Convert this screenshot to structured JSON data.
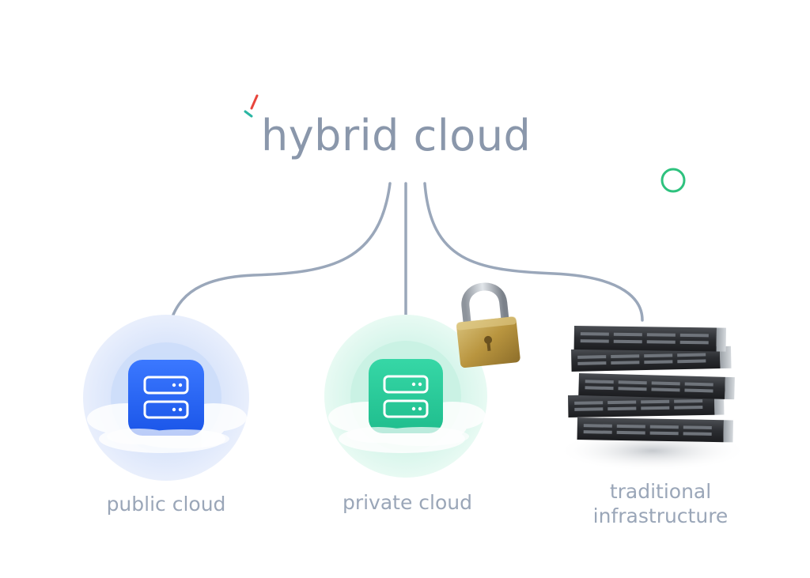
{
  "title": "hybrid cloud",
  "nodes": {
    "public": {
      "label": "public cloud"
    },
    "private": {
      "label": "private cloud"
    },
    "traditional": {
      "label_line1": "traditional",
      "label_line2": "infrastructure"
    }
  },
  "colors": {
    "connector": "#9aa7ba",
    "public_accent": "#1f63f3",
    "private_accent": "#27c79b",
    "title": "#8a97ab",
    "label": "#9aa6b8",
    "deco_circle": "#2ec27e",
    "deco_red": "#e8453c",
    "deco_teal": "#2bb6a3"
  },
  "icons": [
    "server-icon",
    "padlock-icon",
    "server-rack-icon",
    "cloud-icon"
  ]
}
